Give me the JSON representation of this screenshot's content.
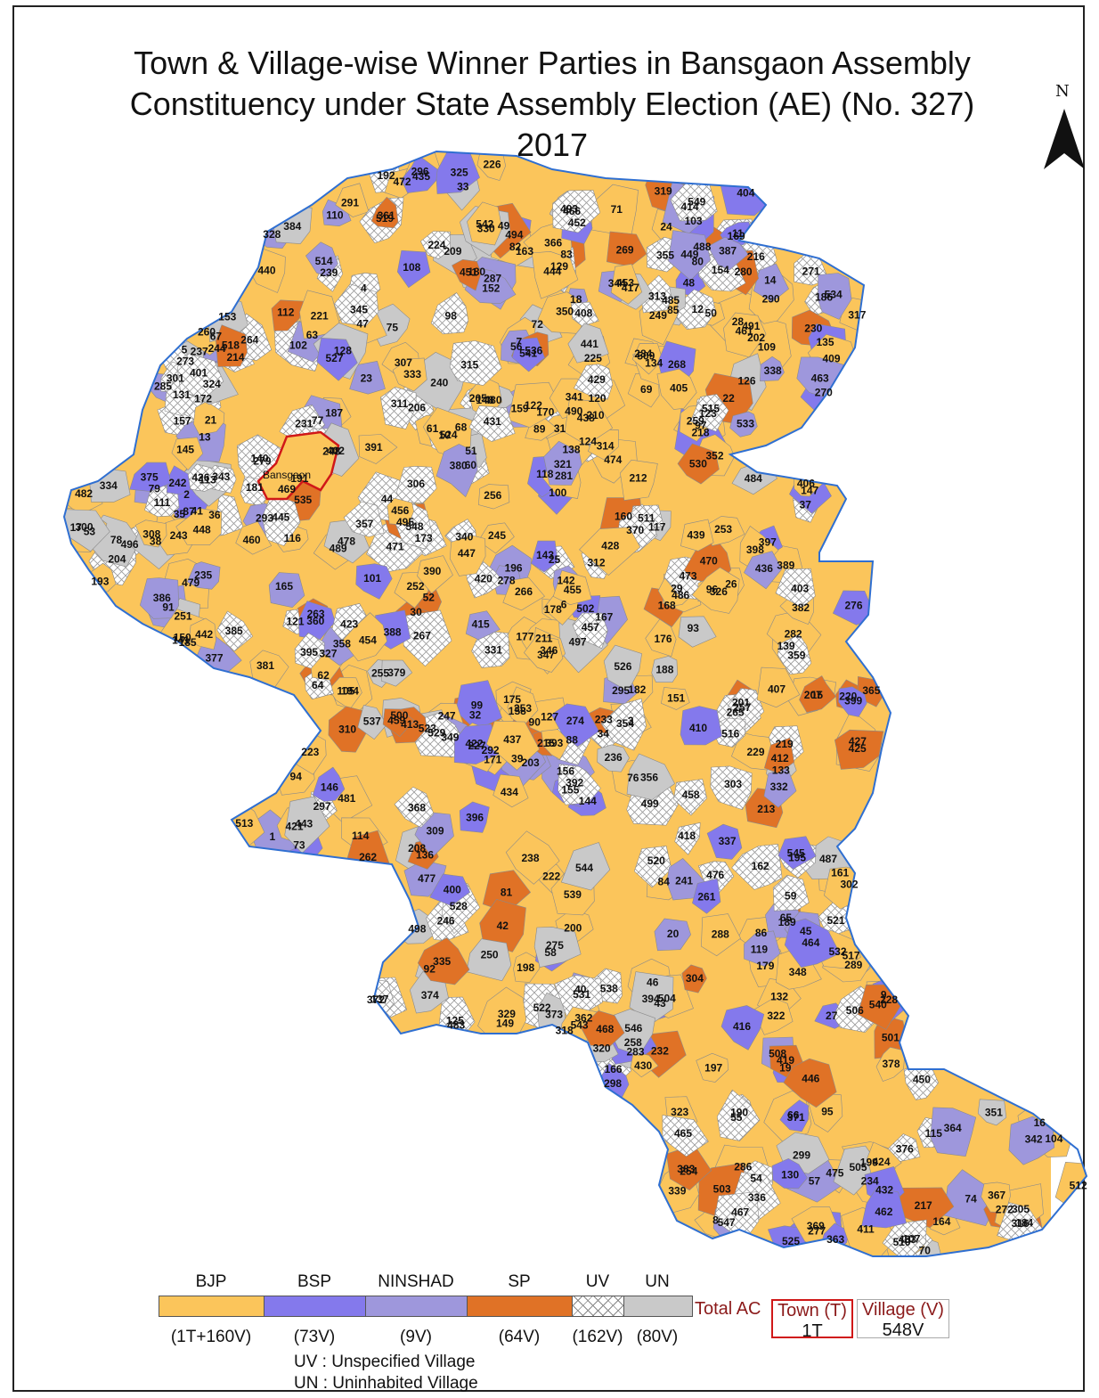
{
  "title": {
    "line1": "Town & Village-wise Winner Parties in Bansgaon Assembly",
    "line2": "Constituency under State Assembly Election (AE) (No. 327)",
    "line3": "2017"
  },
  "north_arrow": {
    "label": "N",
    "icon": "north-arrow-icon"
  },
  "map": {
    "town_label": "Bansgaon",
    "town_number": "469",
    "region_labels": [
      "156",
      "157",
      "158",
      "168",
      "169",
      "490",
      "491",
      "182",
      "184",
      "185",
      "171",
      "159",
      "160",
      "173",
      "170",
      "486",
      "161",
      "172",
      "163",
      "162",
      "175",
      "177",
      "187",
      "186",
      "164",
      "487",
      "471",
      "165",
      "179",
      "176",
      "188",
      "189",
      "190",
      "166",
      "493",
      "194",
      "496",
      "191",
      "488",
      "180",
      "178",
      "198",
      "195",
      "489",
      "181",
      "196",
      "167",
      "201",
      "200",
      "199",
      "197",
      "494",
      "26",
      "27",
      "497",
      "204",
      "28",
      "202",
      "192",
      "193",
      "29",
      "30",
      "31",
      "32",
      "472",
      "203",
      "205",
      "33",
      "474",
      "206",
      "207",
      "73",
      "74",
      "478",
      "75",
      "481",
      "495",
      "76",
      "479",
      "34",
      "473",
      "475",
      "82",
      "77",
      "78",
      "71",
      "72",
      "100",
      "69",
      "84",
      "83",
      "80",
      "79",
      "81",
      "70",
      "482",
      "103",
      "470",
      "85",
      "86",
      "87",
      "88",
      "38",
      "36",
      "35",
      "91",
      "90",
      "92",
      "89",
      "93",
      "480",
      "60",
      "37",
      "39",
      "42",
      "101",
      "483",
      "499",
      "208",
      "209",
      "210",
      "97",
      "96",
      "95",
      "94",
      "48",
      "62",
      "65",
      "41",
      "40",
      "43",
      "104",
      "102",
      "484",
      "68",
      "44",
      "107",
      "498",
      "283",
      "212",
      "213",
      "211",
      "98",
      "61",
      "63",
      "67",
      "105",
      "108",
      "109",
      "500",
      "217",
      "99",
      "50",
      "64",
      "476",
      "66",
      "477",
      "46",
      "45",
      "110",
      "286",
      "285",
      "501",
      "215",
      "216",
      "230",
      "1",
      "2",
      "3",
      "4",
      "5",
      "51",
      "52",
      "55",
      "112",
      "287",
      "520",
      "214",
      "502",
      "9",
      "8",
      "54",
      "53",
      "117",
      "47",
      "113",
      "288",
      "289",
      "290",
      "284",
      "219",
      "218",
      "7",
      "6",
      "57",
      "118",
      "111",
      "114",
      "295",
      "291",
      "220",
      "223",
      "229",
      "231",
      "10",
      "12",
      "56",
      "58",
      "59",
      "119",
      "120",
      "116",
      "293",
      "292",
      "221",
      "222",
      "225",
      "503",
      "13",
      "14",
      "15",
      "16",
      "49",
      "125",
      "122",
      "121",
      "296",
      "115",
      "228",
      "11",
      "17",
      "126",
      "299",
      "298",
      "297",
      "521",
      "272",
      "270",
      "236",
      "224",
      "226",
      "232",
      "23",
      "21",
      "124",
      "123",
      "271",
      "506",
      "235",
      "227",
      "18",
      "20",
      "24",
      "128",
      "300",
      "273",
      "519",
      "233",
      "504",
      "19",
      "22",
      "133",
      "132",
      "127",
      "301",
      "302",
      "274",
      "237",
      "234",
      "25",
      "134",
      "130",
      "129",
      "522",
      "275",
      "276",
      "238",
      "505",
      "136",
      "135",
      "131",
      "145",
      "304",
      "303",
      "277",
      "239",
      "508",
      "242",
      "137",
      "485",
      "146",
      "279",
      "278",
      "240",
      "263",
      "262",
      "241",
      "243",
      "509",
      "244",
      "140",
      "305",
      "280",
      "264",
      "249",
      "138",
      "139",
      "147",
      "306",
      "281",
      "282",
      "261",
      "246",
      "245",
      "141",
      "149",
      "256",
      "265",
      "247",
      "248",
      "250",
      "148",
      "307",
      "257",
      "259",
      "267",
      "266",
      "510",
      "142",
      "309",
      "308",
      "523",
      "258",
      "260",
      "251",
      "143",
      "152",
      "310",
      "313",
      "524",
      "252",
      "511",
      "512",
      "144",
      "151",
      "150",
      "312",
      "314",
      "321",
      "322",
      "349",
      "268",
      "269",
      "253",
      "153",
      "311",
      "525",
      "319",
      "320",
      "254",
      "513",
      "154",
      "318",
      "331",
      "325",
      "324",
      "350",
      "352",
      "353",
      "255",
      "515",
      "514",
      "155",
      "316",
      "315",
      "330",
      "332",
      "323",
      "351",
      "354",
      "538",
      "516",
      "517",
      "518",
      "416",
      "317",
      "334",
      "326",
      "370",
      "369",
      "366",
      "367",
      "414",
      "539",
      "327",
      "328",
      "333",
      "373",
      "368",
      "374",
      "365",
      "355",
      "529",
      "371",
      "356",
      "415",
      "358",
      "336",
      "372",
      "364",
      "359",
      "339",
      "335",
      "329",
      "386",
      "385",
      "384",
      "363",
      "362",
      "531",
      "357",
      "361",
      "338",
      "337",
      "389",
      "387",
      "536",
      "375",
      "376",
      "377",
      "530",
      "532",
      "528",
      "360",
      "342",
      "383",
      "381",
      "379",
      "533",
      "417",
      "418",
      "340",
      "388",
      "537",
      "382",
      "380",
      "535",
      "541",
      "346",
      "341",
      "343",
      "392",
      "393",
      "394",
      "378",
      "540",
      "419",
      "422",
      "347",
      "391",
      "395",
      "534",
      "421",
      "423",
      "526",
      "390",
      "404",
      "403",
      "402",
      "401",
      "396",
      "542",
      "420",
      "345",
      "405",
      "400",
      "397",
      "428",
      "424",
      "348",
      "527",
      "344",
      "406",
      "407",
      "408",
      "409",
      "429",
      "427",
      "426",
      "412",
      "411",
      "425",
      "413",
      "410",
      "399",
      "398",
      "430",
      "431",
      "447",
      "449",
      "434",
      "436",
      "448",
      "435",
      "433",
      "450",
      "441",
      "438",
      "437",
      "432",
      "461",
      "451",
      "440",
      "439",
      "462",
      "453",
      "452",
      "442",
      "547",
      "548",
      "545",
      "546",
      "464",
      "549",
      "443",
      "444",
      "446",
      "543",
      "465",
      "445",
      "454",
      "468",
      "467",
      "544",
      "463",
      "466",
      "455",
      "456",
      "458",
      "459",
      "457",
      "460"
    ]
  },
  "legend": {
    "items": [
      {
        "name": "BJP",
        "count": "(1T+160V)",
        "color": "#fbc55b"
      },
      {
        "name": "BSP",
        "count": "(73V)",
        "color": "#8479ec"
      },
      {
        "name": "NINSHAD",
        "count": "(9V)",
        "color": "#9e97dc"
      },
      {
        "name": "SP",
        "count": "(64V)",
        "color": "#e07226"
      },
      {
        "name": "UV",
        "count": "(162V)",
        "color": "hatch"
      },
      {
        "name": "UN",
        "count": "(80V)",
        "color": "#c9c9c9"
      }
    ],
    "notes": [
      "UV : Unspecified Village",
      "UN : Uninhabited Village"
    ]
  },
  "totals": {
    "label": "Total AC",
    "town_title": "Town (T)",
    "town_value": "1T",
    "village_title": "Village (V)",
    "village_value": "548V"
  }
}
